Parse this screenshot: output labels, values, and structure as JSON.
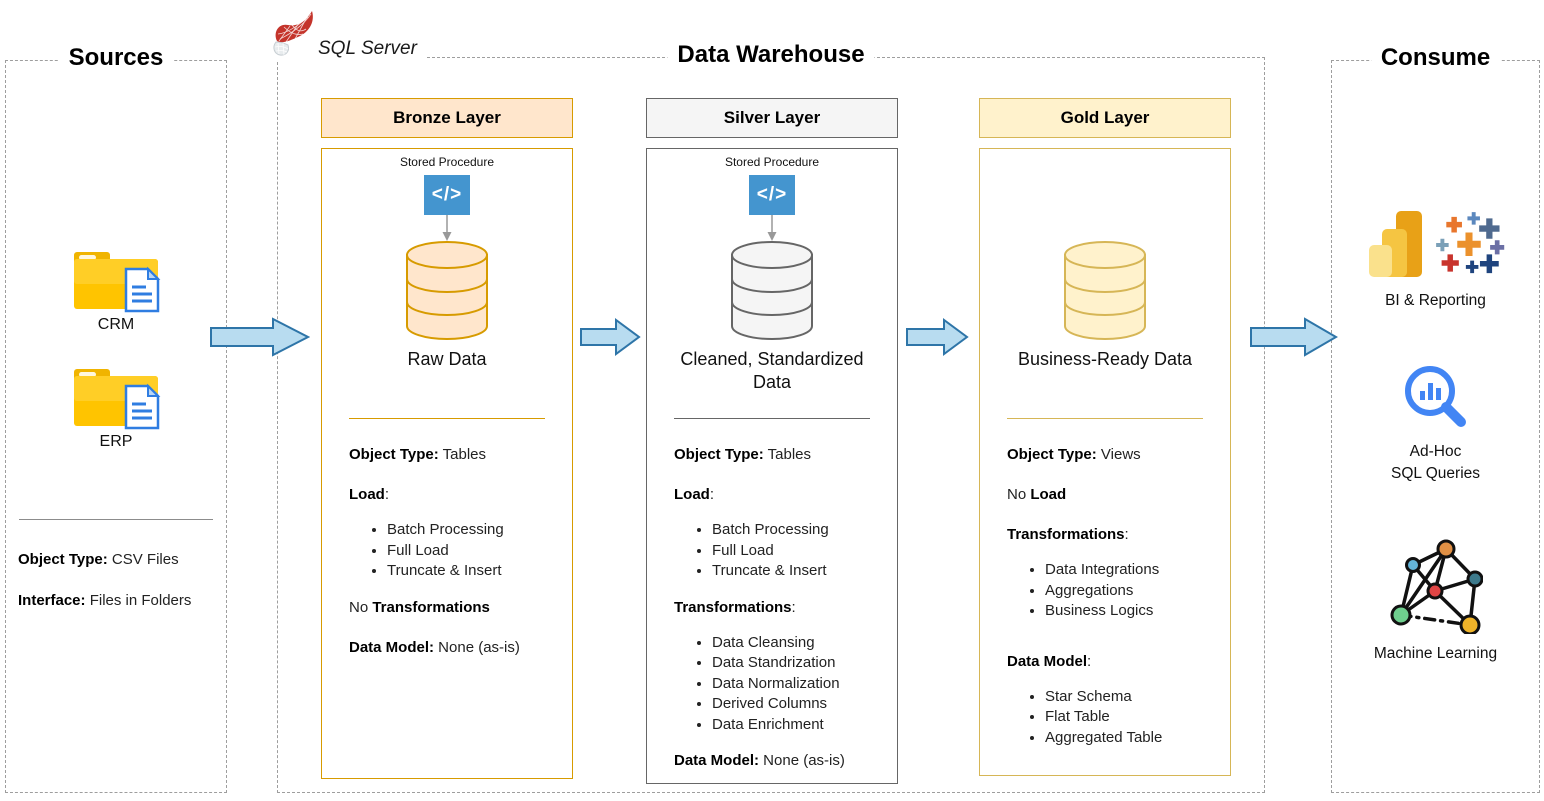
{
  "sources": {
    "title": "Sources",
    "items": [
      {
        "label": "CRM"
      },
      {
        "label": "ERP"
      }
    ],
    "facts": [
      {
        "bold": "Object Type:",
        "text": " CSV Files"
      },
      {
        "bold": "Interface:",
        "text": " Files in Folders"
      }
    ]
  },
  "warehouse": {
    "title": "Data Warehouse",
    "platform_label": "SQL Server"
  },
  "layers": [
    {
      "name": "Bronze Layer",
      "fill": "#FFE6CC",
      "stroke": "#D79B00",
      "stored_procedure_label": "Stored Procedure",
      "db_label": "Raw Data",
      "details": [
        {
          "type": "kv",
          "bold": "Object Type:",
          "text": " Tables"
        },
        {
          "type": "kv",
          "bold": "Load",
          "text": ":"
        },
        {
          "type": "bullets",
          "items": [
            "Batch Processing",
            "Full Load",
            "Truncate & Insert"
          ]
        },
        {
          "type": "kv",
          "pre": "No ",
          "bold": "Transformations",
          "text": ""
        },
        {
          "type": "kv",
          "bold": "Data Model:",
          "text": " None (as-is)"
        }
      ]
    },
    {
      "name": "Silver Layer",
      "fill": "#F5F5F5",
      "stroke": "#666666",
      "stored_procedure_label": "Stored Procedure",
      "db_label": "Cleaned, Standardized Data",
      "details": [
        {
          "type": "kv",
          "bold": "Object Type:",
          "text": " Tables"
        },
        {
          "type": "kv",
          "bold": "Load",
          "text": ":"
        },
        {
          "type": "bullets",
          "items": [
            "Batch Processing",
            "Full Load",
            "Truncate & Insert"
          ]
        },
        {
          "type": "kv",
          "bold": "Transformations",
          "text": ":"
        },
        {
          "type": "bullets",
          "items": [
            "Data Cleansing",
            "Data Standrization",
            "Data Normalization",
            "Derived Columns",
            "Data Enrichment"
          ]
        },
        {
          "type": "kv",
          "bold": "Data Model:",
          "text": " None (as-is)"
        }
      ]
    },
    {
      "name": "Gold Layer",
      "fill": "#FFF2CC",
      "stroke": "#D6B656",
      "stored_procedure_label": null,
      "db_label": "Business-Ready Data",
      "details": [
        {
          "type": "kv",
          "bold": "Object Type:",
          "text": " Views"
        },
        {
          "type": "kv",
          "pre": "No ",
          "bold": "Load",
          "text": ""
        },
        {
          "type": "kv",
          "bold": "Transformations",
          "text": ":"
        },
        {
          "type": "bullets",
          "items": [
            "Data Integrations",
            "Aggregations",
            "Business Logics"
          ]
        },
        {
          "type": "gap"
        },
        {
          "type": "kv",
          "bold": "Data Model",
          "text": ":"
        },
        {
          "type": "bullets",
          "items": [
            "Star Schema",
            "Flat Table",
            "Aggregated Table"
          ]
        }
      ]
    }
  ],
  "consume": {
    "title": "Consume",
    "items": [
      {
        "icon": "bi-reporting-icon",
        "label": "BI & Reporting"
      },
      {
        "icon": "adhoc-sql-icon",
        "label": "Ad-Hoc\nSQL Queries"
      },
      {
        "icon": "machine-learning-icon",
        "label": "Machine Learning"
      }
    ]
  },
  "colors": {
    "arrow_fill": "#B8DCF0",
    "arrow_stroke": "#2E75A8",
    "stored_procedure_bg": "#4495CF",
    "bronze_fill": "#FFE6CC",
    "bronze_stroke": "#D79B00",
    "silver_fill": "#F5F5F5",
    "silver_stroke": "#666666",
    "gold_fill": "#FFF2CC",
    "gold_stroke": "#D6B656"
  }
}
